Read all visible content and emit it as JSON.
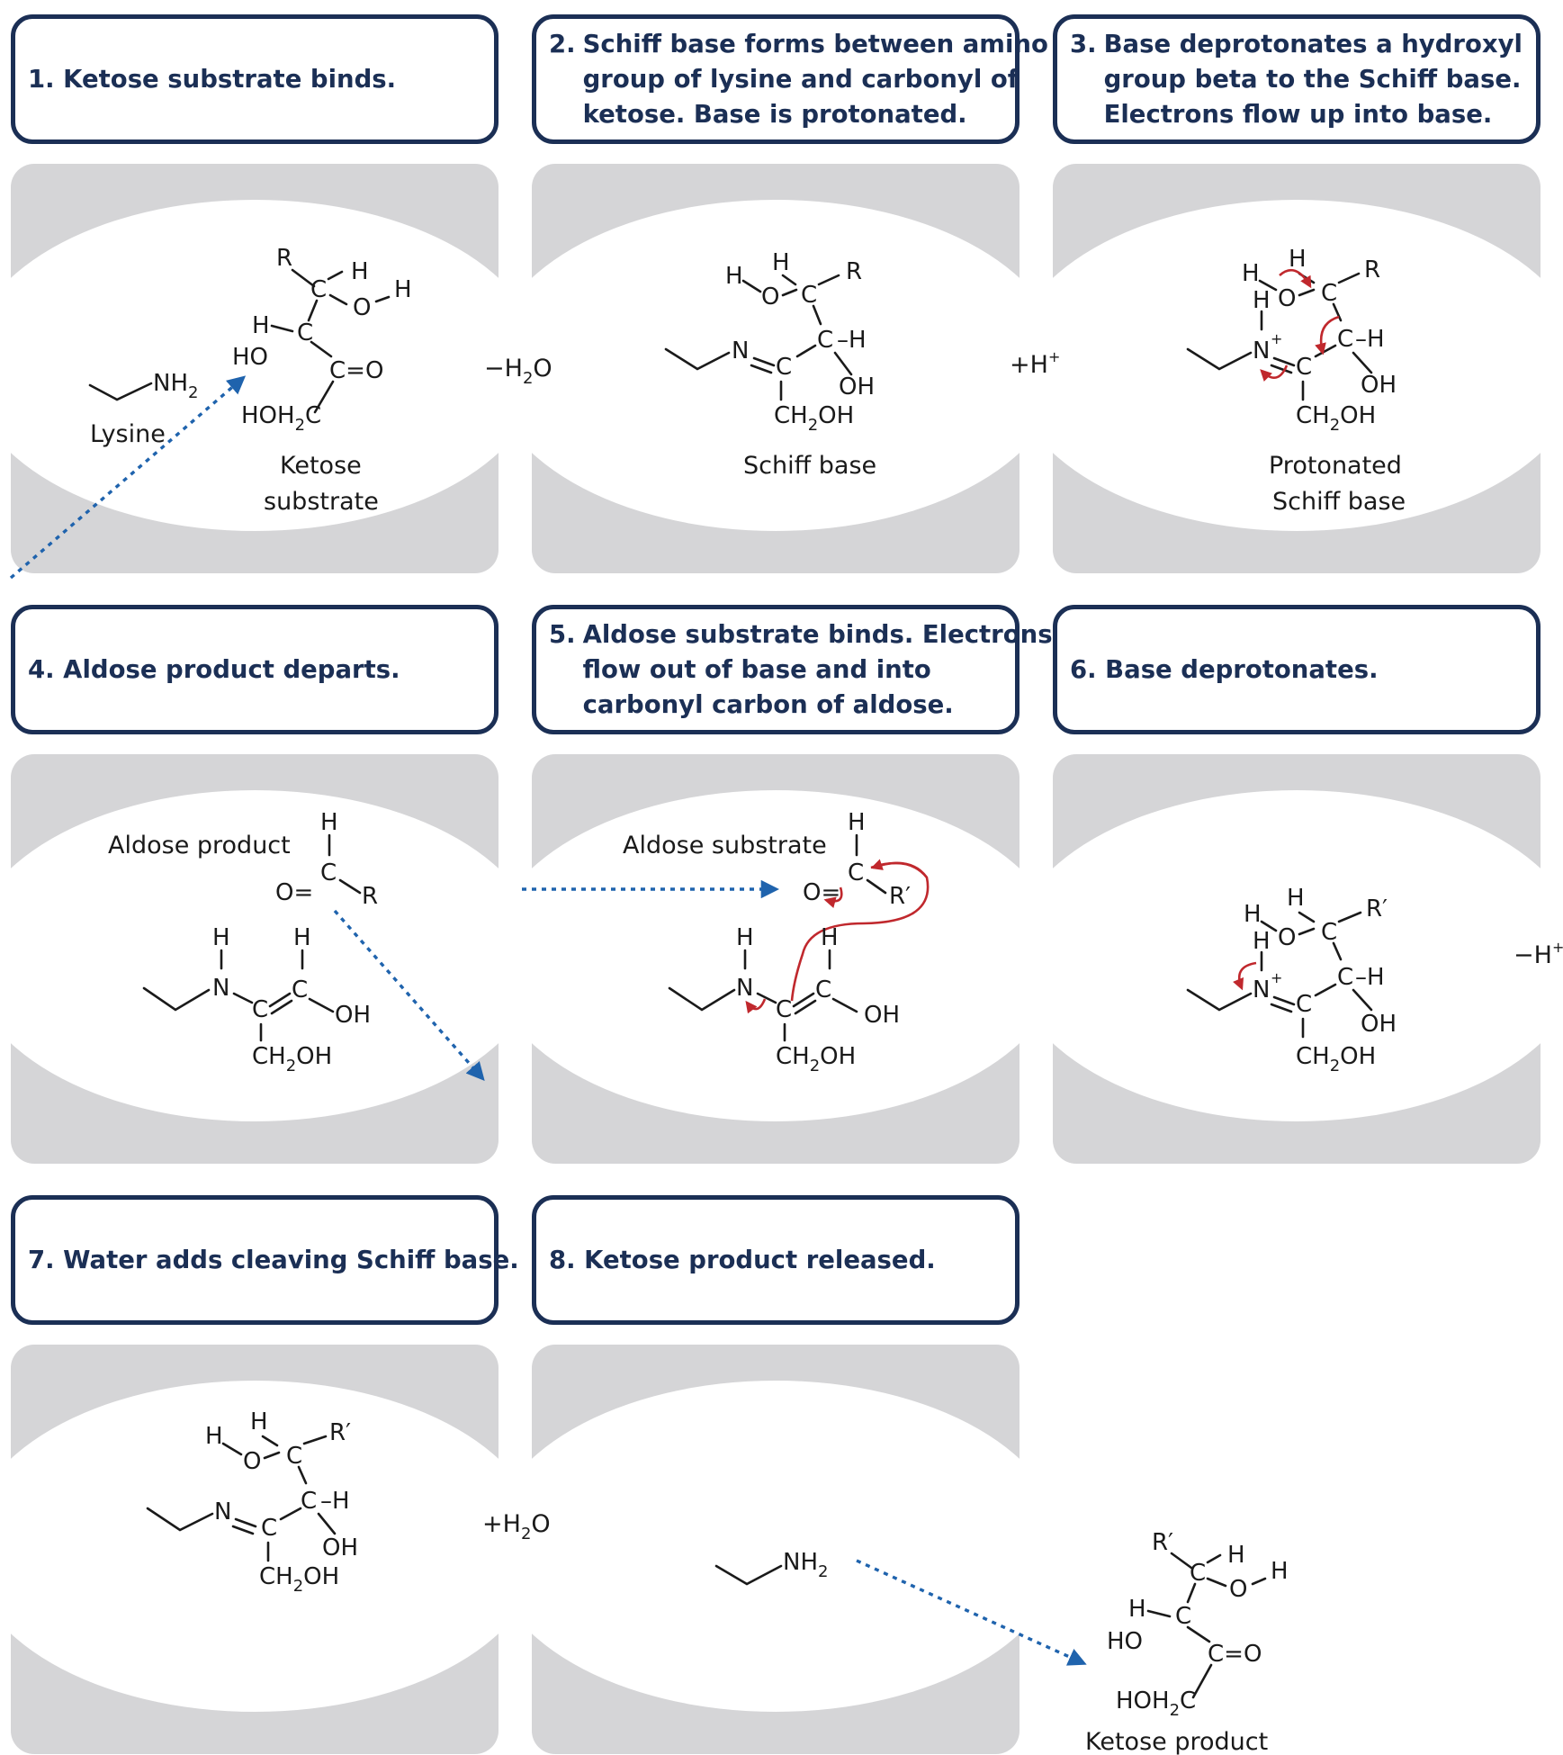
{
  "steps": [
    {
      "number": "1.",
      "text": "Ketose substrate binds."
    },
    {
      "number": "2.",
      "text": "Schiff base forms between amino\ngroup of lysine and carbonyl of\nketose. Base is protonated."
    },
    {
      "number": "3.",
      "text": "Base deprotonates a hydroxyl\ngroup beta to the Schiff base.\nElectrons flow up into base."
    },
    {
      "number": "4.",
      "text": "Aldose product departs."
    },
    {
      "number": "5.",
      "text": "Aldose substrate binds. Electrons\nflow out of base and into\ncarbonyl carbon of aldose."
    },
    {
      "number": "6.",
      "text": "Base deprotonates."
    },
    {
      "number": "7.",
      "text": "Water adds cleaving Schiff base."
    },
    {
      "number": "8.",
      "text": "Ketose product released."
    }
  ],
  "labels": {
    "lysine": "Lysine",
    "ketose_substrate_1": "Ketose",
    "ketose_substrate_2": "substrate",
    "schiff_base": "Schiff base",
    "protonated_1": "Protonated",
    "protonated_2": "Schiff base",
    "aldose_product": "Aldose product",
    "aldose_substrate": "Aldose substrate",
    "ketose_product": "Ketose product"
  },
  "reagents": {
    "minus_water": "−H",
    "plus_proton": "+H",
    "minus_proton": "−H",
    "plus_water": "+H"
  },
  "colors": {
    "box_border": "#1b2f55",
    "panel_gray": "#d5d5d7",
    "electron_arrow": "#c0282d",
    "flow_arrow": "#1f63ad"
  }
}
